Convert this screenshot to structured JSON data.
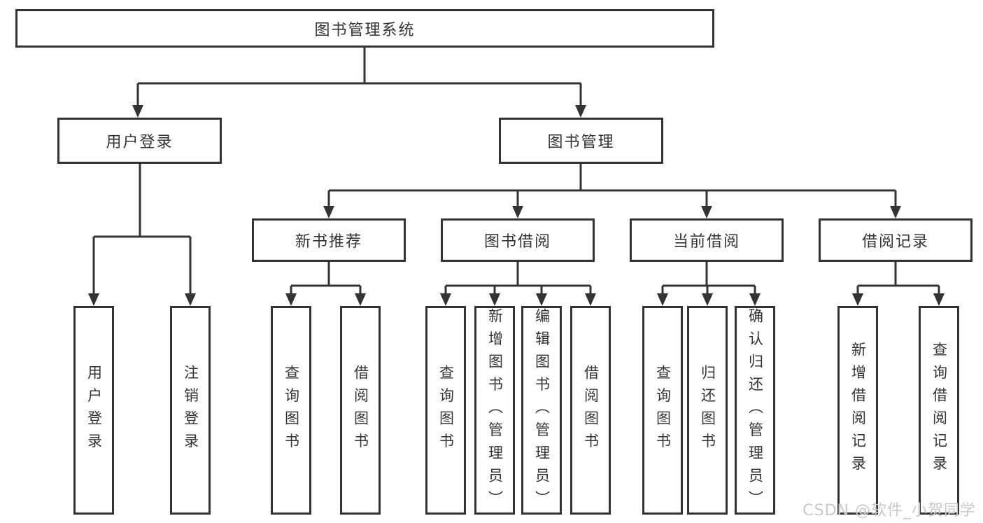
{
  "nodes": {
    "root": "图书管理系统",
    "user_login": "用户登录",
    "book_mgmt": "图书管理",
    "new_book_rec": "新书推荐",
    "book_borrow": "图书借阅",
    "current_borrow": "当前借阅",
    "borrow_records": "借阅记录"
  },
  "leaves": {
    "user_login": [
      "用户登录",
      "注销登录"
    ],
    "new_book_rec": [
      "查询图书",
      "借阅图书"
    ],
    "book_borrow": [
      "查询图书",
      "新增图书（管理员）",
      "编辑图书（管理员）",
      "借阅图书"
    ],
    "current_borrow": [
      "查询图书",
      "归还图书",
      "确认归还（管理员）"
    ],
    "borrow_records": [
      "新增借阅记录",
      "查询借阅记录"
    ]
  },
  "watermark": "CSDN @软件_小贺同学",
  "colors": {
    "line": "#333333",
    "text": "#333333",
    "watermark": "#c9c9c9",
    "background": "#ffffff"
  }
}
